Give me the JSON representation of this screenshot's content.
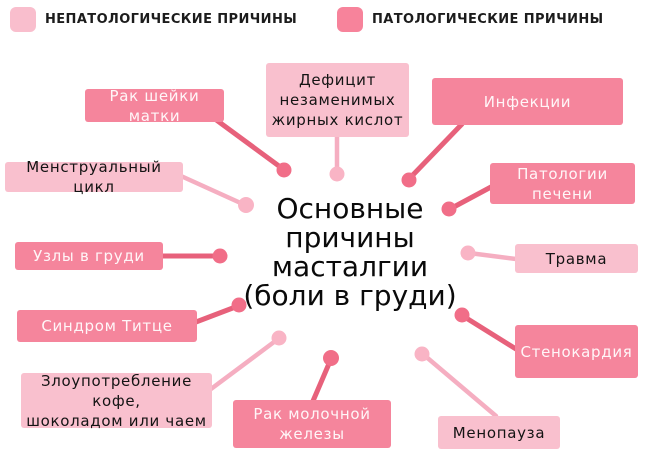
{
  "legend": {
    "items": [
      {
        "label": "НЕПАТОЛОГИЧЕСКИЕ ПРИЧИНЫ",
        "category": "non-pathological",
        "swatch_color": "#F9BECD"
      },
      {
        "label": "ПАТОЛОГИЧЕСКИЕ ПРИЧИНЫ",
        "category": "pathological",
        "swatch_color": "#F7839B"
      }
    ]
  },
  "center": {
    "lines": [
      "Основные",
      "причины",
      "масталгии",
      "(боли в груди)"
    ]
  },
  "nodes": [
    {
      "id": "cervical-cancer",
      "category": "pathological",
      "lines": [
        "Рак шейки матки"
      ]
    },
    {
      "id": "fatty-acid-deficiency",
      "category": "non-pathological",
      "lines": [
        "Дефицит",
        "незаменимых",
        "жирных кислот"
      ]
    },
    {
      "id": "infections",
      "category": "pathological",
      "lines": [
        "Инфекции"
      ]
    },
    {
      "id": "menstrual-cycle",
      "category": "non-pathological",
      "lines": [
        "Менструальный цикл"
      ]
    },
    {
      "id": "liver-pathologies",
      "category": "pathological",
      "lines": [
        "Патологии",
        "печени"
      ]
    },
    {
      "id": "breast-nodules",
      "category": "pathological",
      "lines": [
        "Узлы в груди"
      ]
    },
    {
      "id": "trauma",
      "category": "non-pathological",
      "lines": [
        "Травма"
      ]
    },
    {
      "id": "tietze-syndrome",
      "category": "pathological",
      "lines": [
        "Синдром Титце"
      ]
    },
    {
      "id": "angina",
      "category": "pathological",
      "lines": [
        "Стенокардия"
      ]
    },
    {
      "id": "coffee-chocolate-tea-abuse",
      "category": "non-pathological",
      "lines": [
        "Злоупотребление кофе,",
        "шоколадом или чаем"
      ]
    },
    {
      "id": "breast-cancer",
      "category": "pathological",
      "lines": [
        "Рак молочной",
        "железы"
      ]
    },
    {
      "id": "menopause",
      "category": "non-pathological",
      "lines": [
        "Менопауза"
      ]
    }
  ],
  "colors": {
    "light_box": "#F9C0CE",
    "dark_box": "#F5859C",
    "dark_line": "#E7617B",
    "light_line": "#F5AEC1",
    "dark_dot": "#F16E88",
    "light_dot": "#F9B4C5",
    "background": "#FFFFFF",
    "text_dark": "#141414",
    "text_on_dark": "#FFFFFF"
  }
}
